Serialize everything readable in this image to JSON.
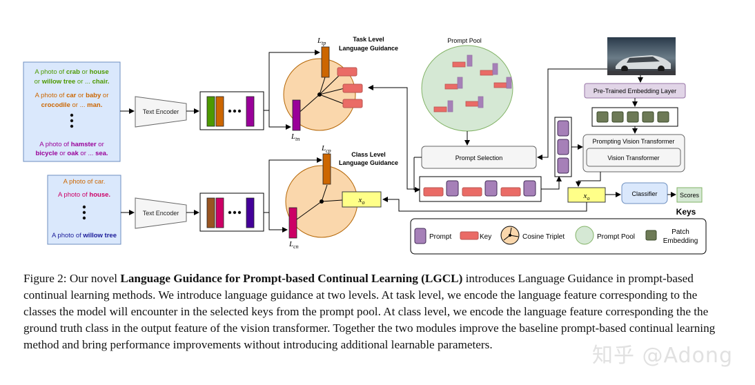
{
  "task_prompts": {
    "line1": {
      "p1": "A photo of ",
      "w1": "crab",
      "p2": " or ",
      "w2": "house"
    },
    "line2": {
      "p1": "or ",
      "w1": "willow tree",
      "p2": " or ... ",
      "w2": "chair."
    },
    "line3": {
      "p1": "A photo of ",
      "w1": "car",
      "p2": " or ",
      "w2": "baby",
      "p3": " or"
    },
    "line4": {
      "w1": "crocodile",
      "p1": " or ... ",
      "w2": "man."
    },
    "line5": {
      "p1": "A photo of ",
      "w1": "hamster",
      "p2": " or"
    },
    "line6": {
      "w1": "bicycle",
      "p1": " or ",
      "w2": "oak",
      "p2": " or ... ",
      "w3": "sea."
    }
  },
  "class_prompts": {
    "line1": {
      "p1": "A photo of ",
      "w1": "car."
    },
    "line2": {
      "p1": "A photo of ",
      "w1": "house."
    },
    "line3": {
      "p1": "A photo of ",
      "w1": "willow tree"
    }
  },
  "labels": {
    "text_encoder": "Text Encoder",
    "task_level": "Task Level",
    "class_level": "Class Level",
    "language_guidance": "Language Guidance",
    "prompt_pool": "Prompt Pool",
    "prompt_selection": "Prompt Selection",
    "embedding_layer": "Pre-Trained Embedding Layer",
    "prompting_vit": "Prompting Vision Transformer",
    "vit": "Vision Transformer",
    "classifier": "Classifier",
    "scores": "Scores",
    "keys": "Keys",
    "x_o": "x",
    "x_o_sub": "o",
    "L": "L",
    "tp": "tp",
    "tn": "tn",
    "cp": "cp",
    "cn": "cn"
  },
  "legend": {
    "prompt": "Prompt",
    "key": "Key",
    "cosine_triplet": "Cosine Triplet",
    "prompt_pool": "Prompt Pool",
    "patch": "Patch",
    "embedding": "Embedding"
  },
  "caption": {
    "lead": "Figure 2: Our novel ",
    "bold": "Language Guidance for Prompt-based Continual Learning (LGCL)",
    "rest": " introduces Language Guidance in prompt-based continual learning methods. We introduce language guidance at two levels. At task level, we encode the language feature corresponding to the classes the model will encounter in the selected keys from the prompt pool. At class level, we encode the language feature corresponding the the ground truth class in the output feature of the vision transformer. Together the two modules improve the baseline prompt-based continual learning method and bring performance improvements without introducing additional learnable parameters."
  },
  "watermark": "知乎 @Adong",
  "colors": {
    "text_box_fill": "#dae8fc",
    "text_box_stroke": "#6c8ebf",
    "cosine_fill": "#fad7ac",
    "cosine_stroke": "#b46504",
    "pool_fill": "#d5e8d4",
    "pool_stroke": "#82b366",
    "prompt_fill": "#a680b8",
    "key_fill": "#ea6b66",
    "patch_fill": "#6d7a56",
    "embed_fill": "#e1d5e7",
    "embed_stroke": "#9673a6",
    "xo_fill": "#ffff88",
    "classifier_fill": "#dae8fc",
    "scores_fill": "#d5e8d4",
    "green_word": "#4d9900",
    "orange_word": "#cc6600",
    "purple_word": "#990099",
    "red_word": "#cc0066",
    "blue_word": "#1a1a99"
  }
}
